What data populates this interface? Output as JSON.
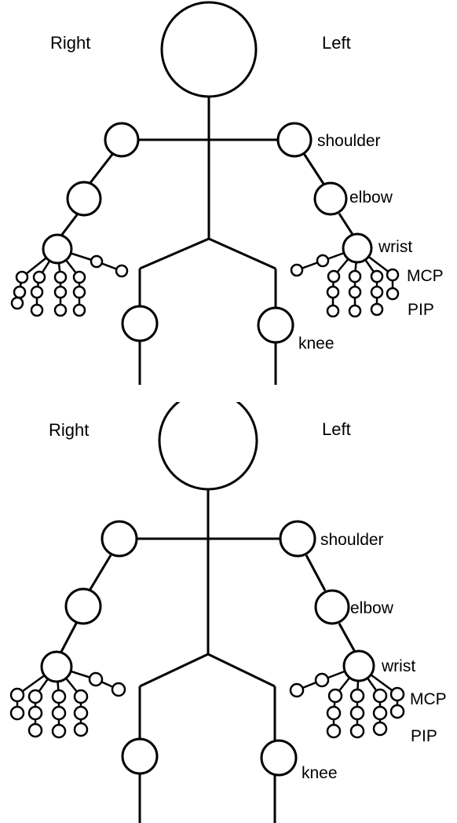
{
  "diagrams": [
    {
      "side_labels": {
        "right": "Right",
        "left": "Left"
      },
      "joint_labels": {
        "shoulder": "shoulder",
        "elbow": "elbow",
        "wrist": "wrist",
        "mcp": "MCP",
        "pip": "PIP",
        "knee": "knee"
      }
    },
    {
      "side_labels": {
        "right": "Right",
        "left": "Left"
      },
      "joint_labels": {
        "shoulder": "shoulder",
        "elbow": "elbow",
        "wrist": "wrist",
        "mcp": "MCP",
        "pip": "PIP",
        "knee": "knee"
      }
    }
  ]
}
